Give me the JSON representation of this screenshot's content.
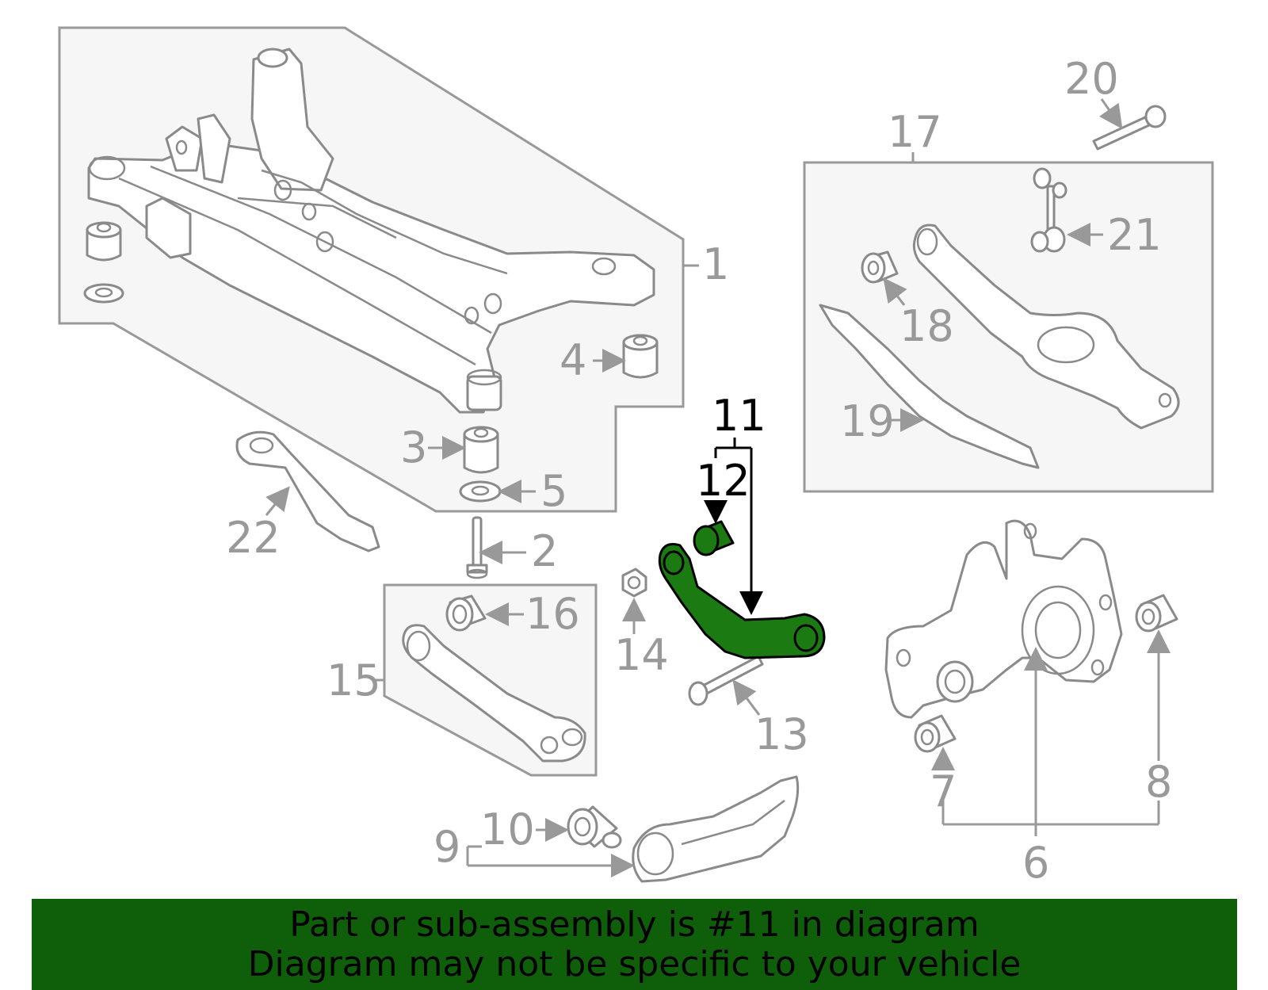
{
  "diagram": {
    "highlight_color": "#1b7a12",
    "callouts": {
      "c1": "1",
      "c2": "2",
      "c3": "3",
      "c4": "4",
      "c5": "5",
      "c6": "6",
      "c7": "7",
      "c8": "8",
      "c9": "9",
      "c10": "10",
      "c11": "11",
      "c12": "12",
      "c13": "13",
      "c14": "14",
      "c15": "15",
      "c16": "16",
      "c17": "17",
      "c18": "18",
      "c19": "19",
      "c20": "20",
      "c21": "21",
      "c22": "22"
    }
  },
  "banner": {
    "line1": "Part or sub-assembly is #11 in diagram",
    "line2": "Diagram may not be specific to your vehicle",
    "background": "#0e5e0a"
  }
}
